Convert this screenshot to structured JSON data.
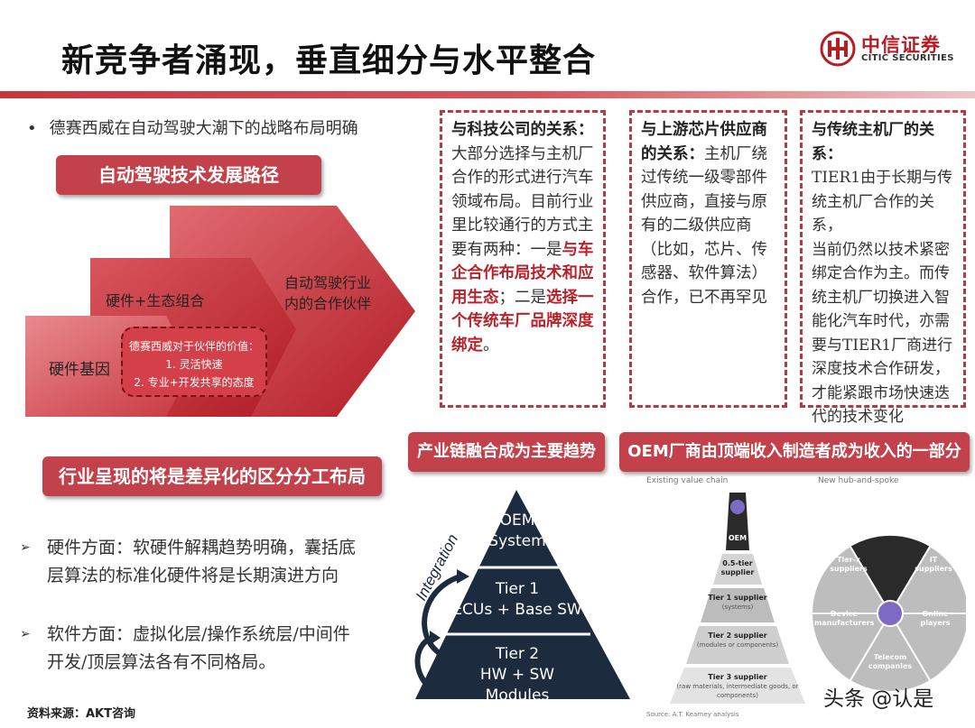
{
  "header": {
    "title": "新竞争者涌现，垂直细分与水平整合",
    "logo_cn": "中信证券",
    "logo_en": "CITIC SECURITIES"
  },
  "left": {
    "intro_bullet": "德赛西威在自动驾驶大潮下的战略布局明确",
    "path_label": "自动驾驶技术发展路径",
    "steps": {
      "hardware": "硬件基因",
      "ecosystem": "硬件+生态组合",
      "partner_line1": "自动驾驶行业",
      "partner_line2": "内的合作伙伴"
    },
    "partner_value": {
      "title": "德赛西威对于伙伴的价值：",
      "item1": "1. 灵活快速",
      "item2": "2. 专业+开发共享的态度"
    },
    "division_label": "行业呈现的将是差异化的区分分工布局",
    "hw_point_line1": "硬件方面：软硬件解耦趋势明确，囊括底",
    "hw_point_line2": "层算法的标准化硬件将是长期演进方向",
    "sw_point_line1": "软件方面：虚拟化层/操作系统层/中间件",
    "sw_point_line2": "开发/顶层算法各有不同格局。",
    "source": "资料来源：AKT咨询"
  },
  "boxes": {
    "tech": {
      "heading": "与科技公司的关系：",
      "l1": "大部分选择与主机厂",
      "l2": "合作的形式进行汽车",
      "l3": "领域布局。目前行业",
      "l4": "里比较通行的方式主",
      "l5a": "要有两种：一是",
      "l5b": "与车",
      "l6": "企合作布局技术和应",
      "l7a": "用生态",
      "l7b": "；二是",
      "l7c": "选择一",
      "l8": "个传统车厂品牌深度",
      "l9a": "绑定",
      "l9b": "。"
    },
    "chip": {
      "heading1": "与上游芯片供应商",
      "heading2": "的关系：",
      "l1": "主机厂绕",
      "l2": "过传统一级零部件",
      "l3": "供应商，直接与原",
      "l4": "有的二级供应商",
      "l5": "（比如，芯片、传",
      "l6": "感器、软件算法）",
      "l7": "合作，已不再罕见"
    },
    "oem": {
      "heading": "与传统主机厂的关系：",
      "l1": "TIER1由于长期与传",
      "l2": "统主机厂合作的关系，",
      "l3": "当前仍然以技术紧密",
      "l4": "绑定合作为主。而传",
      "l5": "统主机厂切换进入智",
      "l6": "能化汽车时代，亦需",
      "l7": "要与TIER1厂商进行",
      "l8": "深度技术合作研发，",
      "l9": "才能紧跟市场快速迭",
      "l10": "代的技术变化"
    }
  },
  "bottom_right": {
    "trend_label": "产业链融合成为主要趋势",
    "oem_label": "OEM厂商由顶端收入制造者成为收入的一部分",
    "pyramid": {
      "integration": "Integration",
      "top1": "OEM",
      "top2": "System",
      "mid1": "Tier 1",
      "mid2": "ECUs + Base SW",
      "bot1": "Tier 2",
      "bot2": "HW + SW Modules"
    },
    "value_chain": {
      "existing_caption": "Existing value chain",
      "new_caption": "New hub-and-spoke",
      "oem": "OEM",
      "half_tier": "0.5-tier",
      "half_tier_sub": "supplier",
      "tier1": "Tier 1 supplier",
      "tier1_sub": "(systems)",
      "tier2": "Tier 2 supplier",
      "tier2_sub": "(modules or components)",
      "tier3": "Tier 3 supplier",
      "tier3_sub": "(raw materials, intermediate goods, or components)",
      "source": "Source: A.T. Kearney analysis",
      "hub_oem": "OEM",
      "tierx": "Tier-x",
      "tierx2": "suppliers",
      "it": "IT",
      "it2": "suppliers",
      "device": "Device",
      "device2": "manufacturers",
      "online": "Online",
      "online2": "players",
      "telecom": "Telecom",
      "telecom2": "companies"
    },
    "watermark": "头条 @认是"
  },
  "colors": {
    "brand_red": "#c3414a",
    "dark_red": "#b7222b",
    "pyramid_navy": "#1d2b3e"
  }
}
